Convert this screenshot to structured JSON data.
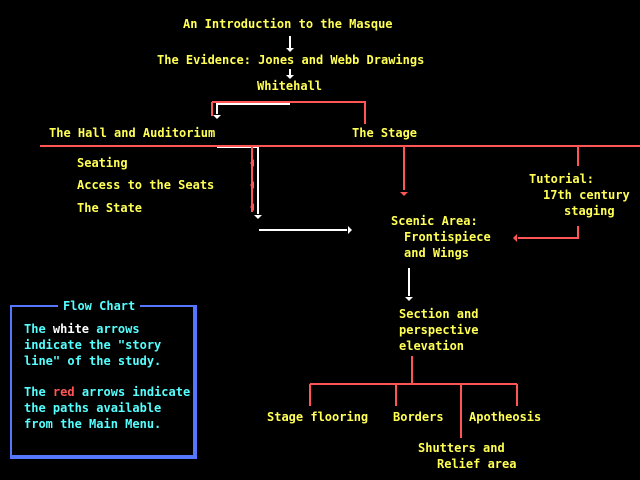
{
  "colors": {
    "background": "#000000",
    "node_text": "#ffff55",
    "white_arrow": "#ffffff",
    "red_arrow": "#ff5555",
    "legend_text": "#55ffff",
    "legend_border": "#5577ff"
  },
  "nodes": {
    "intro": "An Introduction to the Masque",
    "evidence": "The Evidence: Jones and Webb Drawings",
    "whitehall": "Whitehall",
    "hall": "The Hall and Auditorium",
    "stage": "The Stage",
    "seating": "Seating",
    "access": "Access to the Seats",
    "state": "The State",
    "tutorial": [
      "Tutorial:",
      "17th century",
      "staging"
    ],
    "scenic": [
      "Scenic Area:",
      "Frontispiece",
      "and Wings"
    ],
    "section": [
      "Section and",
      "perspective",
      "elevation"
    ],
    "flooring": "Stage flooring",
    "borders": "Borders",
    "apotheosis": "Apotheosis",
    "shutters": [
      "Shutters and",
      "Relief area"
    ]
  },
  "legend": {
    "title": "Flow Chart",
    "white_para": {
      "before": "The ",
      "colored": "white",
      "after": " arrows indicate the \"story line\" of the study."
    },
    "red_para": {
      "before": "The ",
      "colored": "red",
      "after": " arrows indicate the paths available from the Main Menu."
    }
  }
}
